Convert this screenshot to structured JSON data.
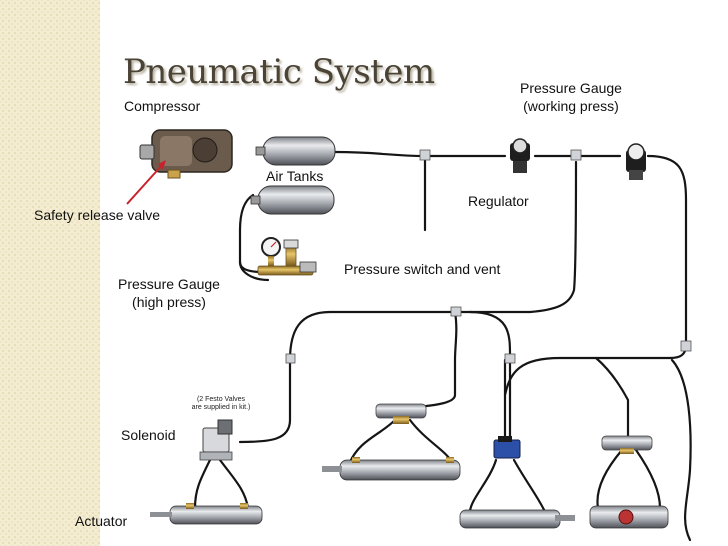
{
  "title": "Pneumatic System",
  "labels": {
    "compressor": "Compressor",
    "air_tanks": "Air Tanks",
    "safety_release_valve": "Safety release valve",
    "pressure_gauge_high_line1": "Pressure Gauge",
    "pressure_gauge_high_line2": "(high press)",
    "pressure_gauge_working_line1": "Pressure Gauge",
    "pressure_gauge_working_line2": "(working press)",
    "regulator": "Regulator",
    "pressure_switch_and_vent": "Pressure switch and vent",
    "solenoid": "Solenoid",
    "actuator": "Actuator"
  },
  "note": {
    "line1": "(2 Festo Valves",
    "line2": "are supplied in kit.)"
  },
  "colors": {
    "sidebar": "#f3ecd0",
    "title": "#4a4336",
    "pointer_arrow": "#c8232c",
    "tubing": "#151515",
    "brass": "#c9a24a",
    "chrome": "#b8bcc2"
  }
}
